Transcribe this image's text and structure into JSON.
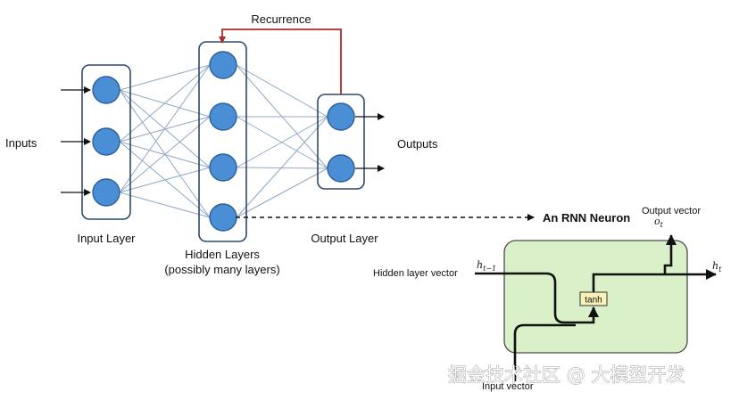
{
  "labels": {
    "recurrence": "Recurrence",
    "inputs": "Inputs",
    "input_layer": "Input Layer",
    "hidden_layers": "Hidden Layers",
    "hidden_layers_note": "(possibly many layers)",
    "output_layer": "Output Layer",
    "outputs": "Outputs",
    "rnn_neuron": "An RNN Neuron",
    "output_vector": "Output vector",
    "hidden_layer_vector": "Hidden layer vector",
    "input_vector": "Input vector",
    "tanh": "tanh",
    "h_prev": "h",
    "h_prev_sub": "t−1",
    "h_t": "h",
    "h_t_sub": "t",
    "o_t": "o",
    "o_t_sub": "t"
  },
  "watermark": "掘金技术社区 @ 大模型开发",
  "colors": {
    "node_fill": "#4a8fd6",
    "node_stroke": "#2c5f96",
    "connection": "#8fa9c4",
    "recurrence_line": "#b02a2a",
    "neuron_box_fill": "#d9f0c8",
    "tanh_fill": "#fbf2b8"
  },
  "icons": {
    "arrow": "arrowhead-icon"
  }
}
